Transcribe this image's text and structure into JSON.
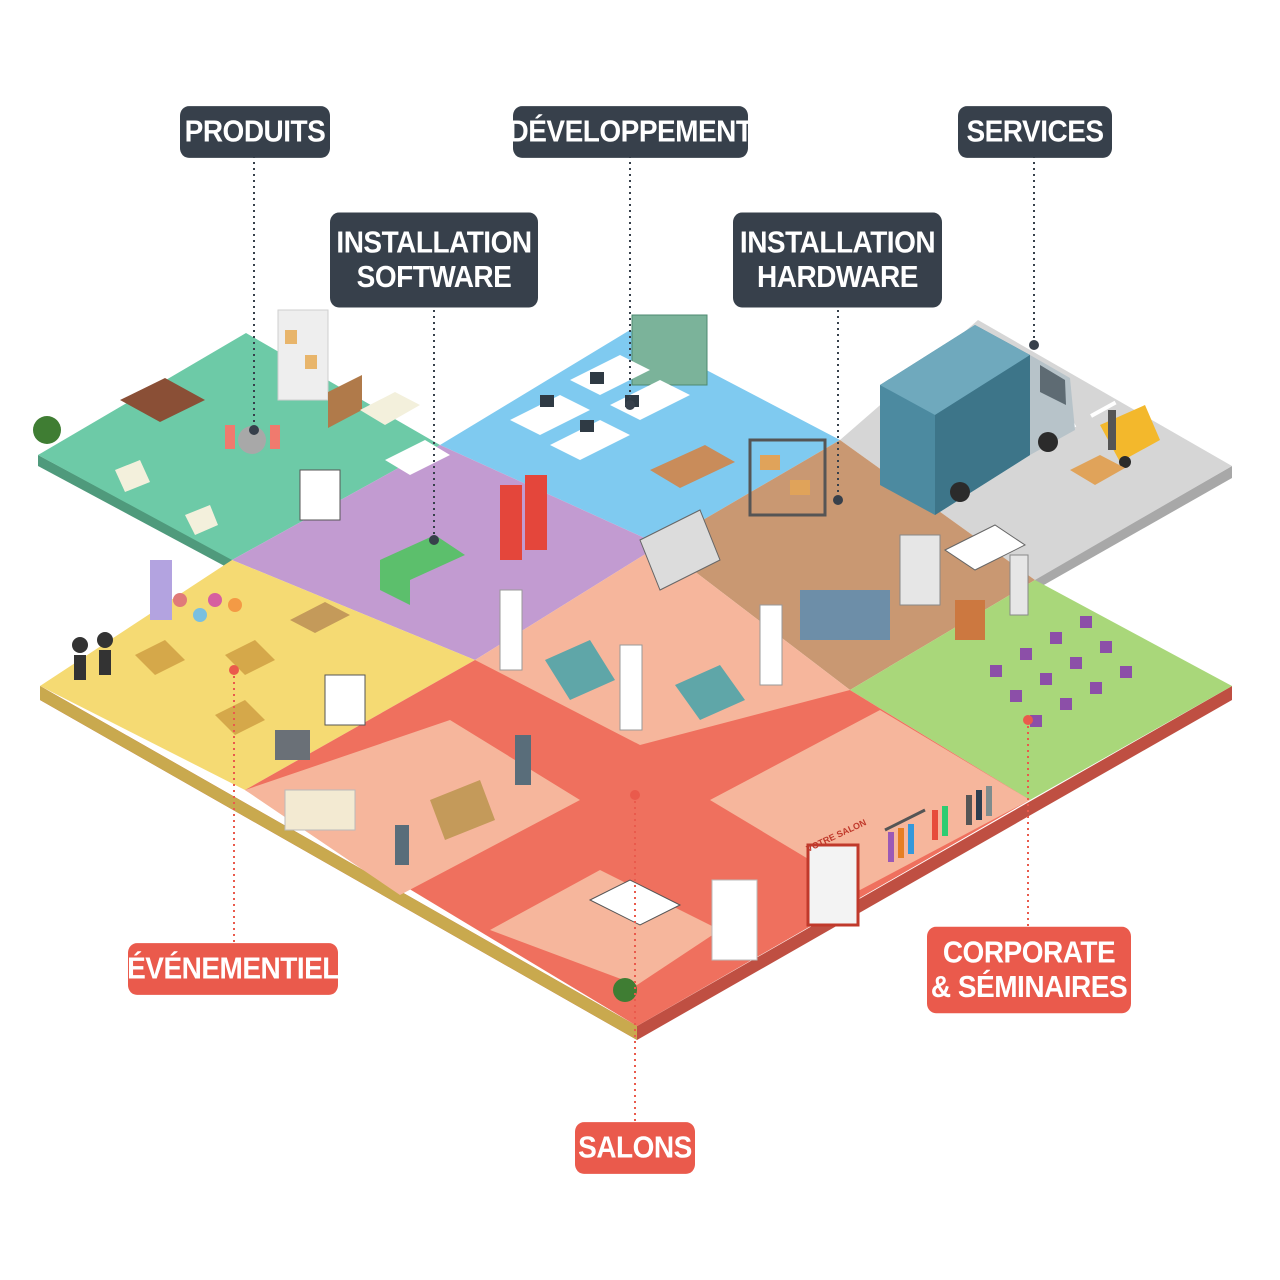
{
  "colors": {
    "produits_zone": "#6dcaa7",
    "installation_software_zone": "#c29bd1",
    "developpement_zone": "#7fcaf0",
    "installation_hardware_zone": "#c99872",
    "services_zone": "#d6d6d6",
    "evenementiel_zone": "#f5da73",
    "salons_zone_light": "#f6b69c",
    "salons_zone_dark": "#ef705e",
    "corporate_zone": "#a9d77a",
    "label_dark": "#37404b",
    "label_red": "#ea5a4c"
  },
  "labels": {
    "produits": "PRODUITS",
    "developpement": "DÉVELOPPEMENT",
    "services": "SERVICES",
    "installation_software": [
      "INSTALLATION",
      "SOFTWARE"
    ],
    "installation_hardware": [
      "INSTALLATION",
      "HARDWARE"
    ],
    "evenementiel": "ÉVÉNEMENTIEL",
    "corporate": [
      "CORPORATE",
      "& SÉMINAIRES"
    ],
    "salons": "SALONS"
  },
  "booth_sign": "VOTRE SALON"
}
